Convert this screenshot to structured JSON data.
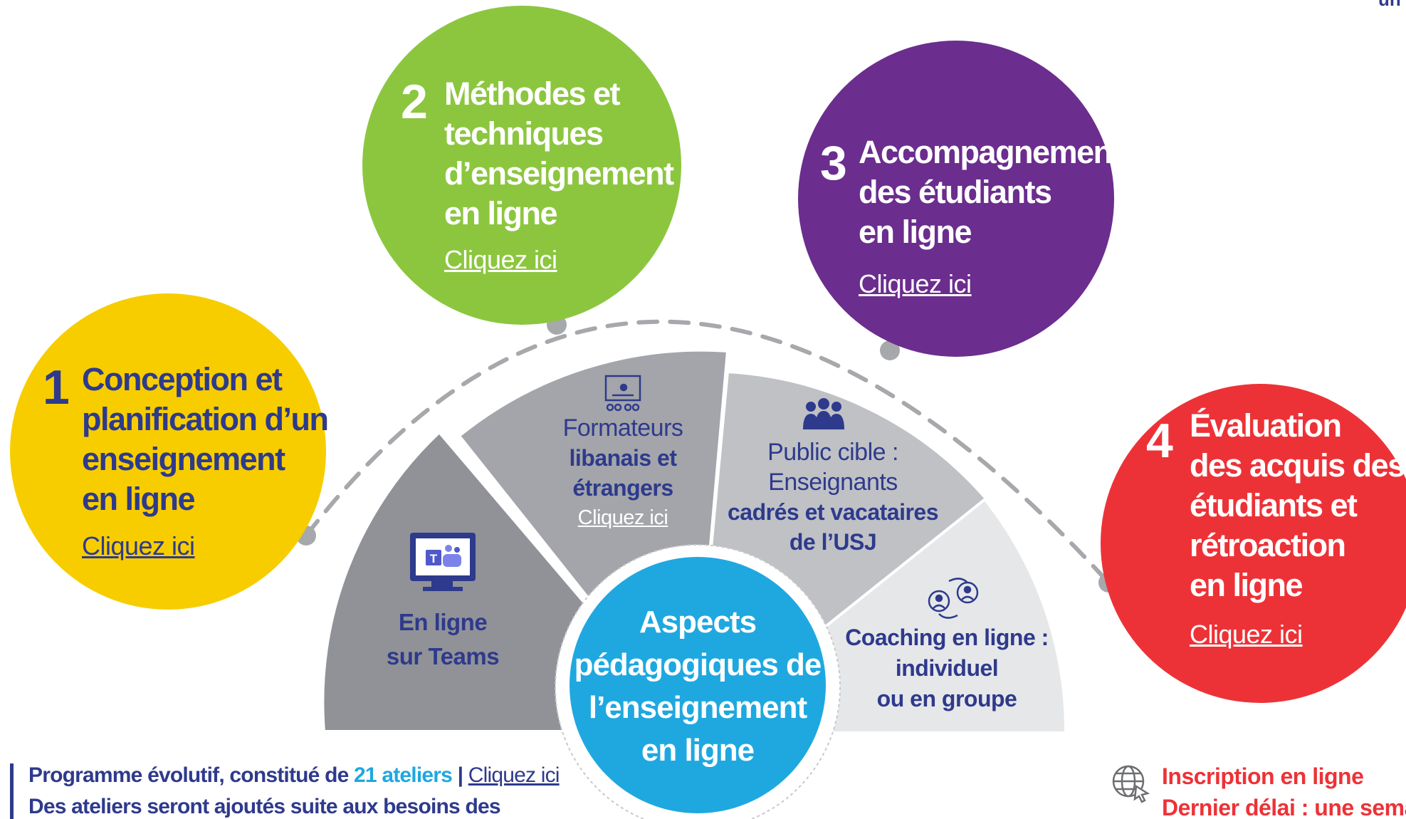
{
  "corner_text": "un",
  "circles": [
    {
      "number": "1",
      "title_lines": [
        "Conception et",
        "planification d’un",
        "enseignement",
        "en ligne"
      ],
      "link": "Cliquez ici",
      "color": "#f7cd00"
    },
    {
      "number": "2",
      "title_lines": [
        "Méthodes et",
        "techniques",
        "d’enseignement",
        "en ligne"
      ],
      "link": "Cliquez ici",
      "color": "#8cc63f"
    },
    {
      "number": "3",
      "title_lines": [
        "Accompagnement",
        "des étudiants",
        "en ligne"
      ],
      "link": "Cliquez ici",
      "color": "#6b2d8e"
    },
    {
      "number": "4",
      "title_lines": [
        "Évaluation",
        "des acquis des",
        "étudiants et",
        "rétroaction",
        "en ligne"
      ],
      "link": "Cliquez ici",
      "color": "#ed3237"
    }
  ],
  "segments": {
    "teams": {
      "lines": [
        "En ligne",
        "sur Teams"
      ],
      "icon": "teams-monitor-icon"
    },
    "trainers": {
      "line1": "Formateurs",
      "line2": "libanais et",
      "line3": "étrangers",
      "link": "Cliquez ici",
      "icon": "presentation-board-icon"
    },
    "audience": {
      "line1": "Public cible :",
      "line2": "Enseignants",
      "line3": "cadrés et vacataires",
      "line4": "de l’USJ",
      "icon": "people-group-icon"
    },
    "coaching": {
      "lines": [
        "Coaching en ligne :",
        "individuel",
        "ou en groupe"
      ],
      "icon": "coaching-exchange-icon"
    }
  },
  "center": {
    "lines": [
      "Aspects",
      "pédagogiques de",
      "l’enseignement",
      "en ligne"
    ],
    "color": "#1fa8e0"
  },
  "footer": {
    "program_prefix": "Programme évolutif, constitué de",
    "count": "21 ateliers",
    "separator": "|",
    "program_link": "Cliquez ici",
    "line2": "Des ateliers seront ajoutés suite aux besoins des",
    "registration": "Inscription en ligne",
    "deadline": "Dernier délai : une semain"
  }
}
